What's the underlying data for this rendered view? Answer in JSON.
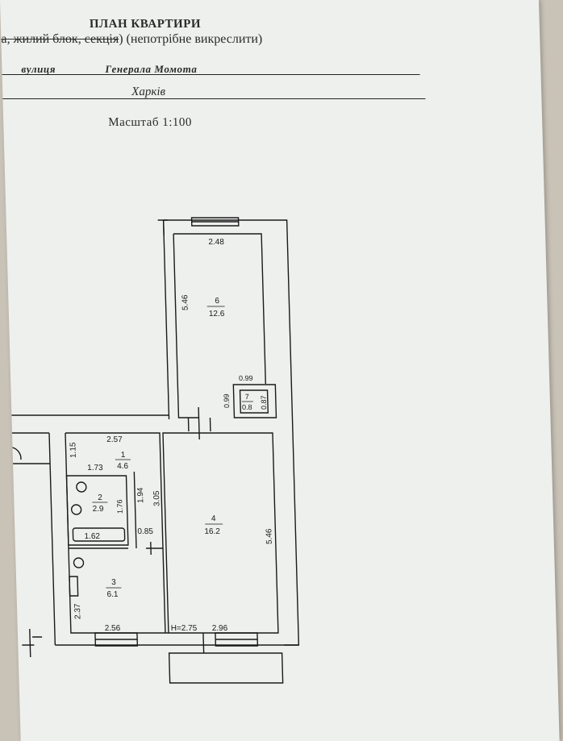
{
  "header": {
    "title": "ПЛАН КВАРТИРИ",
    "struck_prefix": "а, жилий блок, секція",
    "note": ") (непотрібне викреслити)",
    "street_label": "вулиця",
    "street_value": "Генерала Момота",
    "city_value": "Харків",
    "scale": "Масштаб 1:100"
  },
  "plan": {
    "ceiling_height": "H=2.75",
    "rooms": [
      {
        "number": "1",
        "area": "4.6"
      },
      {
        "number": "2",
        "area": "2.9"
      },
      {
        "number": "3",
        "area": "6.1"
      },
      {
        "number": "4",
        "area": "16.2"
      },
      {
        "number": "6",
        "area": "12.6"
      },
      {
        "number": "7",
        "area": "0.8"
      }
    ],
    "dimensions": {
      "room6_width": "2.48",
      "room6_length": "5.46",
      "room7_width": "0.99",
      "room7_left": "0.99",
      "room7_right": "0.87",
      "hall_width": "2.57",
      "hall_depth": "1.15",
      "bath_width": "1.73",
      "bath_depth": "1.76",
      "bath_inner": "1.94",
      "corridor": "3.05",
      "bath_bottom": "1.62",
      "door_gap": "0.85",
      "room4_length": "5.46",
      "room4_width": "2.96",
      "kitchen_width": "2.56",
      "kitchen_depth": "2.37"
    }
  },
  "colors": {
    "paper": "#eef0ee",
    "ink": "#1a1a1a",
    "background": "#c9c2b6"
  }
}
